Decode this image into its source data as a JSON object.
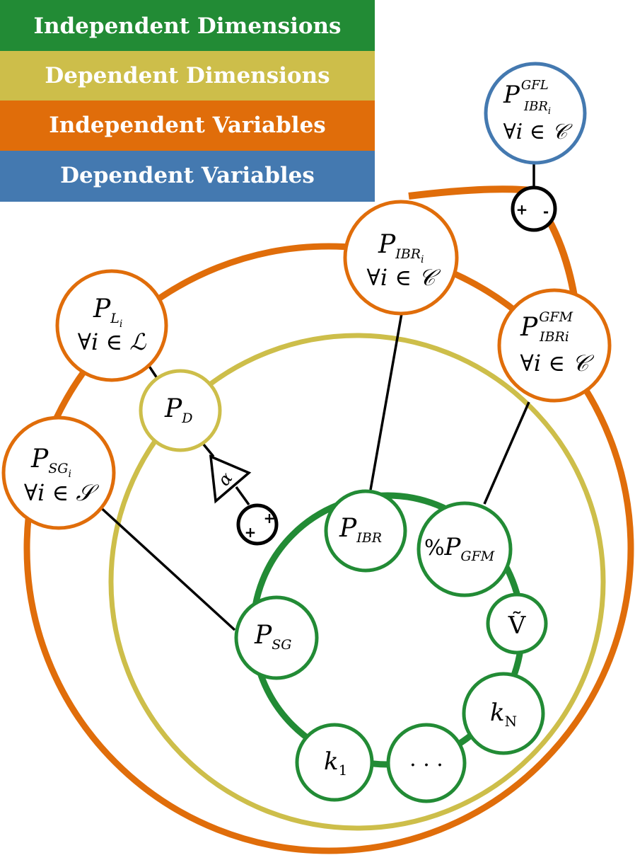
{
  "colors": {
    "independent_dimensions": "#228b35",
    "dependent_dimensions": "#cdbe4a",
    "independent_variables": "#e06d0a",
    "dependent_variables": "#4479b0"
  },
  "legend": {
    "independent_dimensions": "Independent Dimensions",
    "dependent_dimensions": "Dependent Dimensions",
    "independent_variables": "Independent Variables",
    "dependent_variables": "Dependent Variables"
  },
  "nodes": {
    "p_ibr_gfl": {
      "base": "P",
      "sub": "IBR",
      "subsub": "i",
      "sup": "GFL",
      "domain": "∀i ∈ 𝒞"
    },
    "p_ibr_i": {
      "base": "P",
      "sub": "IBR",
      "subsub": "i",
      "domain": "∀i ∈ 𝒞"
    },
    "p_ibr_gfm": {
      "base": "P",
      "sub": "IBRi",
      "sup": "GFM",
      "domain": "∀i ∈ 𝒞"
    },
    "p_l_i": {
      "base": "P",
      "sub": "L",
      "subsub": "i",
      "domain": "∀i ∈ ℒ"
    },
    "p_d": {
      "base": "P",
      "sub": "D"
    },
    "p_sg_i": {
      "base": "P",
      "sub": "SG",
      "subsub": "i",
      "domain": "∀i ∈ 𝒮"
    },
    "p_ibr": {
      "base": "P",
      "sub": "IBR"
    },
    "pct_p_gfm": {
      "prefix": "%",
      "base": "P",
      "sub": "GFM"
    },
    "v_tilde": {
      "label": "Ṽ"
    },
    "p_sg": {
      "base": "P",
      "sub": "SG"
    },
    "k_n": {
      "base": "k",
      "sub": "N"
    },
    "ellipsis": {
      "label": ". . ."
    },
    "k_1": {
      "base": "k",
      "sub": "1"
    }
  },
  "operators": {
    "sum_top": {
      "plus": "+",
      "minus": "-"
    },
    "sum_bottom": {
      "left": "+",
      "right": "+"
    },
    "gain": {
      "label": "α"
    }
  }
}
